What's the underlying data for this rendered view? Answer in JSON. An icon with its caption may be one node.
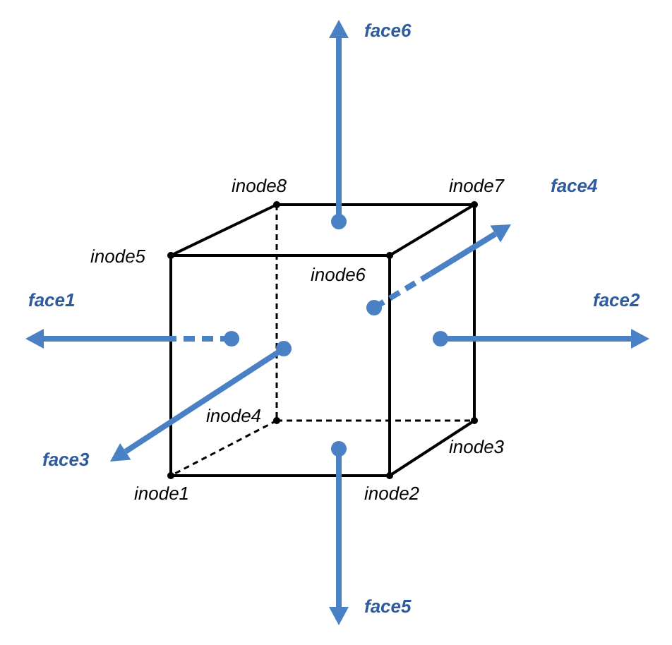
{
  "diagram": {
    "labels": [
      "face6",
      "inode8",
      "inode7",
      "face4",
      "inode5",
      "inode6",
      "face1",
      "face2",
      "inode4",
      "face3",
      "inode3",
      "inode1",
      "inode2",
      "face5"
    ]
  }
}
